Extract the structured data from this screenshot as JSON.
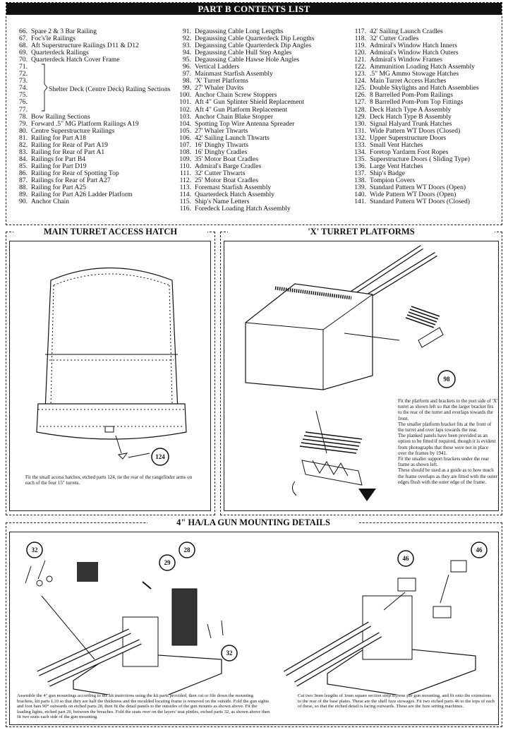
{
  "contents": {
    "title": "PART B CONTENTS LIST",
    "col1": [
      {
        "n": "66.",
        "t": "Spare 2 & 3 Bar Railing"
      },
      {
        "n": "67.",
        "t": "Foc's'le Railings"
      },
      {
        "n": "68.",
        "t": "Aft Superstructure Railings D11 & D12"
      },
      {
        "n": "69.",
        "t": "Quarterdeck Railings"
      },
      {
        "n": "70.",
        "t": "Quarterdeck Hatch Cover Frame"
      },
      {
        "n": "71.",
        "t": ""
      },
      {
        "n": "72.",
        "t": ""
      },
      {
        "n": "73.",
        "t": ""
      },
      {
        "n": "74.",
        "t": ""
      },
      {
        "n": "75.",
        "t": ""
      },
      {
        "n": "76.",
        "t": ""
      },
      {
        "n": "77.",
        "t": ""
      },
      {
        "n": "78.",
        "t": "Bow Railing Sections"
      },
      {
        "n": "79.",
        "t": "Forward .5\" MG Platform Railings A19"
      },
      {
        "n": "80.",
        "t": "Centre Superstructure Railings"
      },
      {
        "n": "81.",
        "t": "Railing for Part A18"
      },
      {
        "n": "82.",
        "t": "Railing for Rear of Part A19"
      },
      {
        "n": "83.",
        "t": "Railing for Rear of Part A1"
      },
      {
        "n": "84.",
        "t": "Railings for Part B4"
      },
      {
        "n": "85.",
        "t": "Railing for Part D19"
      },
      {
        "n": "86.",
        "t": "Railing for Rear of Spotting Top"
      },
      {
        "n": "87.",
        "t": "Railings for Rear of Part A27"
      },
      {
        "n": "88.",
        "t": "Railing for Part A25"
      },
      {
        "n": "89.",
        "t": "Railing for Part A26 Ladder Platform"
      },
      {
        "n": "90.",
        "t": "Anchor Chain"
      }
    ],
    "bracket_label": "Shelter Deck (Centre Deck) Railing Sections",
    "col2": [
      {
        "n": "91.",
        "t": "Degaussing Cable Long Lengths"
      },
      {
        "n": "92.",
        "t": "Degaussing Cable Quarterdeck Dip Lengths"
      },
      {
        "n": "93.",
        "t": "Degaussing Cable Quarterdeck Dip Angles"
      },
      {
        "n": "94.",
        "t": "Degaussing Cable Hull Step Angles"
      },
      {
        "n": "95.",
        "t": "Degaussing Cable Hawse Hole Angles"
      },
      {
        "n": "96.",
        "t": "Vertical Ladders"
      },
      {
        "n": "97.",
        "t": "Mainmast Starfish Assembly"
      },
      {
        "n": "98.",
        "t": "'X' Turret Platforms"
      },
      {
        "n": "99.",
        "t": "27' Whaler Davits"
      },
      {
        "n": "100.",
        "t": "Anchor Chain Screw Stoppers"
      },
      {
        "n": "101.",
        "t": "Aft 4\" Gun Splinter Shield Replacement"
      },
      {
        "n": "102.",
        "t": "Aft 4\" Gun Platform Replacement"
      },
      {
        "n": "103.",
        "t": "Anchor Chain Blake Stopper"
      },
      {
        "n": "104.",
        "t": "Spotting Top Wire Antenna Spreader"
      },
      {
        "n": "105.",
        "t": "27' Whaler Thwarts"
      },
      {
        "n": "106.",
        "t": "42' Sailing Launch Thwarts"
      },
      {
        "n": "107.",
        "t": "16' Dinghy Thwarts"
      },
      {
        "n": "108.",
        "t": "16' Dinghy Cradles"
      },
      {
        "n": "109.",
        "t": "35' Motor Boat Cradles"
      },
      {
        "n": "110.",
        "t": "Admiral's Barge Cradles"
      },
      {
        "n": "111.",
        "t": "32' Cutter Thwarts"
      },
      {
        "n": "112.",
        "t": "25' Motor Boat Cradles"
      },
      {
        "n": "113.",
        "t": "Foremast Starfish Assembly"
      },
      {
        "n": "114.",
        "t": "Quarterdeck Hatch Assembly"
      },
      {
        "n": "115.",
        "t": "Ship's Name Letters"
      },
      {
        "n": "116.",
        "t": "Foredeck Loading Hatch Assembly"
      }
    ],
    "col3": [
      {
        "n": "117.",
        "t": "42' Sailing Launch Cradles"
      },
      {
        "n": "118.",
        "t": "32' Cutter Cradles"
      },
      {
        "n": "119.",
        "t": "Admiral's Window Hatch Inners"
      },
      {
        "n": "120.",
        "t": "Admiral's Window Hatch Outers"
      },
      {
        "n": "121.",
        "t": "Admiral's Window  Frames"
      },
      {
        "n": "122.",
        "t": "Ammunition Loading Hatch Assembly"
      },
      {
        "n": "123.",
        "t": ".5\" MG Ammo Stowage Hatches"
      },
      {
        "n": "124.",
        "t": "Main Turret Access Hatches"
      },
      {
        "n": "125.",
        "t": "Double Skylights and Hatch Assemblies"
      },
      {
        "n": "126.",
        "t": "8 Barrelled Pom-Pom Railings"
      },
      {
        "n": "127.",
        "t": "8 Barrelled Pom-Pom Top Fittings"
      },
      {
        "n": "128.",
        "t": "Deck Hatch Type A Assembly"
      },
      {
        "n": "129.",
        "t": "Deck Hatch Type B Assembly"
      },
      {
        "n": "130.",
        "t": "Signal Halyard Trunk Hatches"
      },
      {
        "n": "131.",
        "t": "Wide Pattern WT Doors (Closed)"
      },
      {
        "n": "132.",
        "t": "Upper Superstructure Doors"
      },
      {
        "n": "133.",
        "t": "Small Vent Hatches"
      },
      {
        "n": "134.",
        "t": "Foretop Yardarm Foot Ropes"
      },
      {
        "n": "135.",
        "t": "Superstructure Doors ( Sliding Type)"
      },
      {
        "n": "136.",
        "t": "Large Vent Hatches"
      },
      {
        "n": "137.",
        "t": "Ship's Badge"
      },
      {
        "n": "138.",
        "t": "Tompion Covers"
      },
      {
        "n": "139.",
        "t": "Standard Pattern WT Doors (Open)"
      },
      {
        "n": "140.",
        "t": "Wide Pattern WT Doors (Open)"
      },
      {
        "n": "141.",
        "t": "Standard Pattern WT Doors (Closed)"
      }
    ]
  },
  "hatch": {
    "title": "MAIN TURRET ACCESS HATCH",
    "callout": "124",
    "caption": "Fit the small access hatches, etched parts 124, tie the rear of the rangefinder arms on each of the four 15\" turrets."
  },
  "xturret": {
    "title": "'X' TURRET PLATFORMS",
    "callout": "98",
    "caption": [
      "Fit the platform and brackets to the port side of 'X' turret as shown left so that the larger bracket fits to the rear of the turret and overlaps towards the front.",
      "The smaller platform bracket fits at the front of the turret and over laps towards the rear.",
      "The planked panels have been provided as an option to be fitted if required, though it is evident from photographs that these were not in place over the frames by 1941.",
      "Fit the smaller support brackets under the rear frame as shown left.",
      "These should be used as a guide as to how much the frame overlaps as they are fitted with the outer edges flush with the outer edge of the frame."
    ]
  },
  "gun": {
    "title": "4\" HA/LA GUN MOUNTING DETAILS",
    "callouts": {
      "a": "32",
      "b": "28",
      "c": "29",
      "d": "32",
      "e": "46",
      "f": "46"
    },
    "caption_left": "Assemble the 4\" gun mountings according to the kit instrctions using the kit parts provided, then cut or file down the mounting brackets, kit parts L10 so that they are half the thickness and the moulded locating frame is removed on the outside. Fold the gun sights and foot bars 90° outwards on etched parts 28, then fit the detail panels to the outsides of the gun mounts as shown above.  Fit the loading lights, etched part 29, between the breaches. Fold the seats over on the layers' seat pintles, etched parts 32, as shown above then fit two seats each side of the gun mounting.",
    "caption_right": "Cut two 3mm lengths of 1mm square section strip styrene per gun mounting, and fit onto the extensions to the rear of the base plates. These are the shell fuze stowages. Fit two etched parts 46 to the tops of each of these, so that the etched detail is facing outwards. These are the fuze setting machines."
  }
}
